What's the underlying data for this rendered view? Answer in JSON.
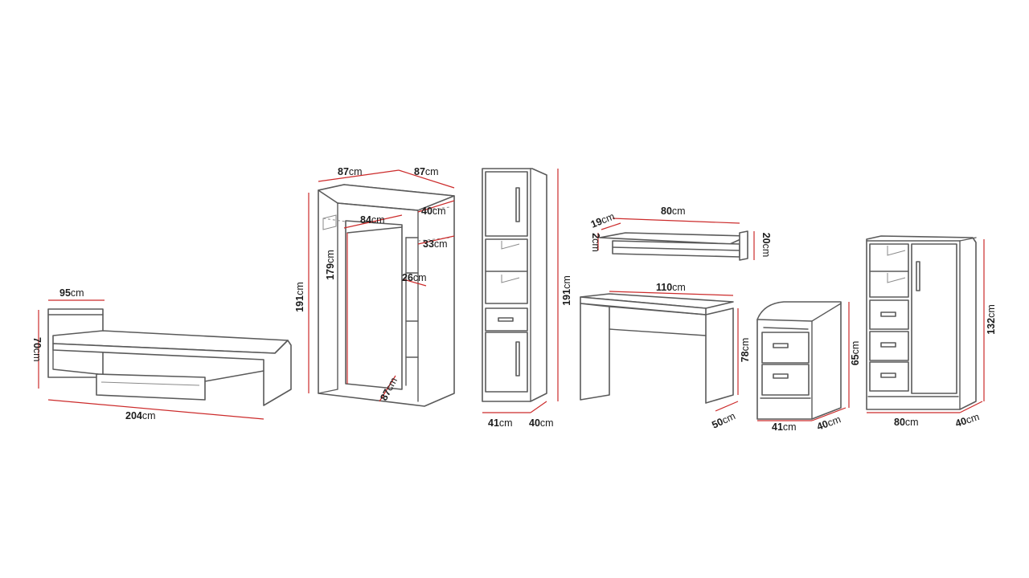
{
  "unit": "cm",
  "colors": {
    "outline": "#5a5a5a",
    "dimension_line": "#cc2b2b",
    "text": "#1c1c1c",
    "background": "#ffffff"
  },
  "items": {
    "bed": {
      "depth": "95",
      "height": "70",
      "length": "204"
    },
    "corner_wardrobe": {
      "side_a": "87",
      "side_b": "87",
      "inner_width": "84",
      "shelf_depth_top": "40",
      "shelf_depth_mid": "33",
      "shelf_width": "26",
      "inner_height": "179",
      "height": "191",
      "diagonal": "87"
    },
    "tall_cabinet": {
      "height": "191",
      "width": "41",
      "depth": "40"
    },
    "wall_shelf": {
      "width": "80",
      "depth": "19",
      "thickness": "2",
      "height": "20"
    },
    "desk": {
      "width": "110",
      "height": "78",
      "depth": "50"
    },
    "pedestal": {
      "height": "65",
      "width": "41",
      "depth": "40"
    },
    "chest": {
      "height": "132",
      "width": "80",
      "depth": "40"
    }
  }
}
